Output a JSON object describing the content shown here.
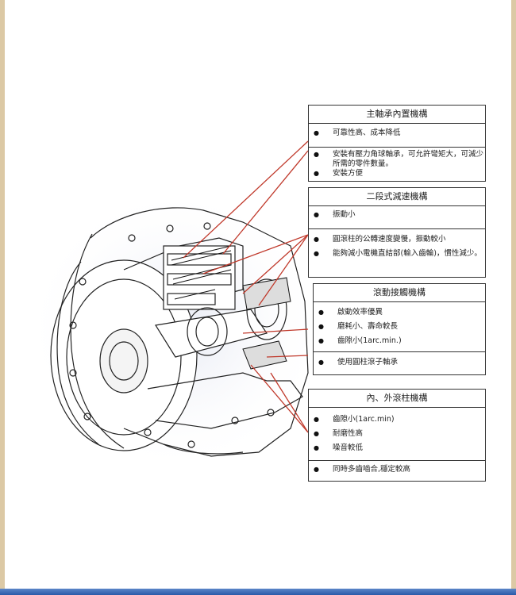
{
  "boxes": {
    "main_bearing": {
      "title": "主軸承內置機構",
      "row1": [
        "可靠性高、成本降低"
      ],
      "row2": [
        "安裝有壓力角球軸承，可允許彎矩大，可減少所需的零件數量。",
        "安裝方便"
      ]
    },
    "two_stage": {
      "title": "二段式減速機構",
      "row1": [
        "振動小"
      ],
      "row2": [
        "圓滾柱的公轉速度變慢，振動較小",
        "能夠減小電機直結部(輸入齒輪)，慣性減少。"
      ]
    },
    "rolling_contact": {
      "title": "滾動接觸機構",
      "row1": [
        "啟動效率優異",
        "磨耗小、壽命較長",
        "齒隙小(1arc.min.)"
      ],
      "row2": [
        "使用圓柱滾子軸承"
      ]
    },
    "pin_mechanism": {
      "title": "內、外滾柱機構",
      "row1": [
        "齒隙小(1arc.min)",
        "耐磨性高",
        "噪音較低"
      ],
      "row2": [
        "同時多齒嚙合,穩定較高"
      ]
    }
  },
  "colors": {
    "leader_line": "#c0392b",
    "page_bg": "#ffffff",
    "frame_bg": "#dcc9a5"
  }
}
